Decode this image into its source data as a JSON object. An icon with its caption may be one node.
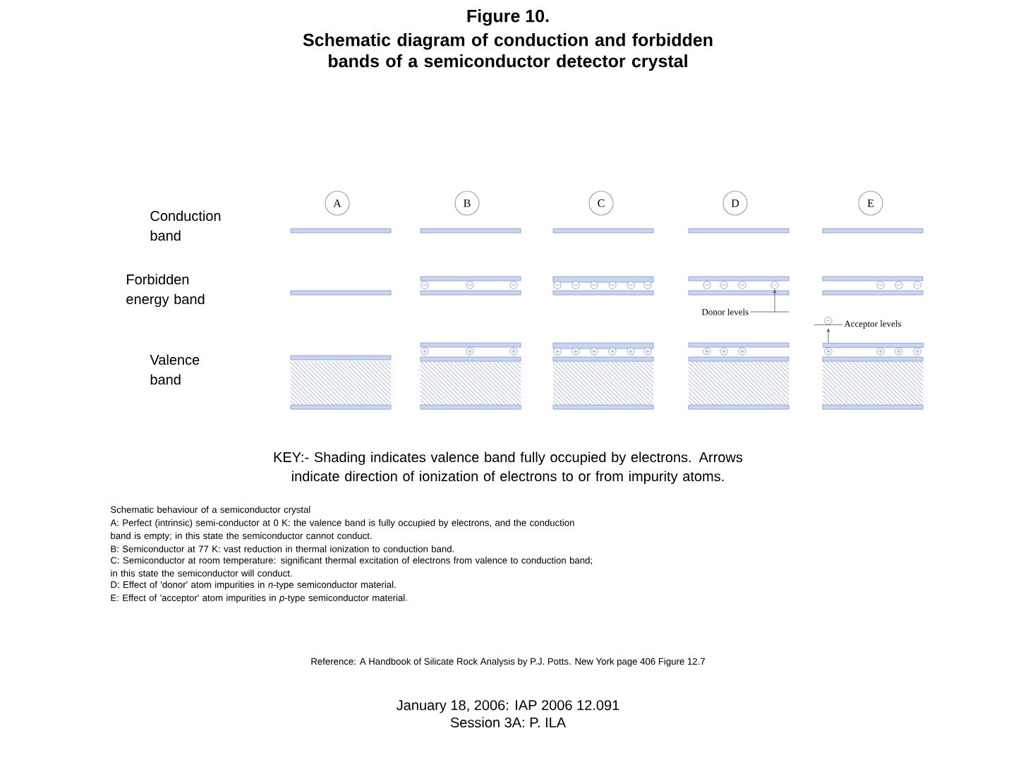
{
  "diagram": {
    "title": "Figure 10.",
    "nodes": [
      {
        "text": [
          "A"
        ]
      },
      {
        "text": [
          "B"
        ]
      },
      {
        "text": [
          "C"
        ]
      },
      {
        "text": [
          "D"
        ]
      },
      {
        "text": [
          "E"
        ]
      },
      {
        "text": [
          "Donor levels"
        ]
      },
      {
        "text": [
          "Acceptor levels"
        ]
      },
      {
        "text": [],
        "shape": "circle"
      },
      {
        "text": [],
        "shape": "circle"
      },
      {
        "text": [],
        "shape": "bar"
      }
    ],
    "edges": [
      {
        "from": 5,
        "to": 7,
        "arrow": "to"
      },
      {
        "from": 9,
        "to": 8,
        "arrow": "to"
      },
      {
        "from": 6,
        "to": 8,
        "arrow": "none"
      }
    ],
    "labels": [
      "Schematic diagram of conduction and forbidden bands of a semiconductor detector crystal",
      "Conduction band",
      "Forbidden energy band",
      "Valence band",
      "KEY:- Shading indicates valence band fully occupied by electrons. Arrows indicate direction of ionization of electrons to or from impurity atoms.",
      "Schematic behaviour of a semiconductor crystal",
      "A: Perfect (intrinsic) semi-conductor at 0 K: the valence band is fully occupied by electrons, and the conduction band is empty; in this state the semiconductor cannot conduct.",
      "B: Semiconductor at 77 K: vast reduction in thermal ionization to conduction band.",
      "C: Semiconductor at room temperature: significant thermal excitation of electrons from valence to conduction band; in this state the semiconductor will conduct.",
      "D: Effect of 'donor' atom impurities in *n*-type semiconductor material.",
      "E: Effect of 'acceptor' atom impurities in *p*-type semiconductor material.",
      "Reference: A Handbook of Silicate Rock Analysis by P.J. Potts. New York page 406 Figure 12.7",
      "January 18, 2006: IAP 2006 12.091",
      "Session 3A: P. ILA"
    ]
  }
}
